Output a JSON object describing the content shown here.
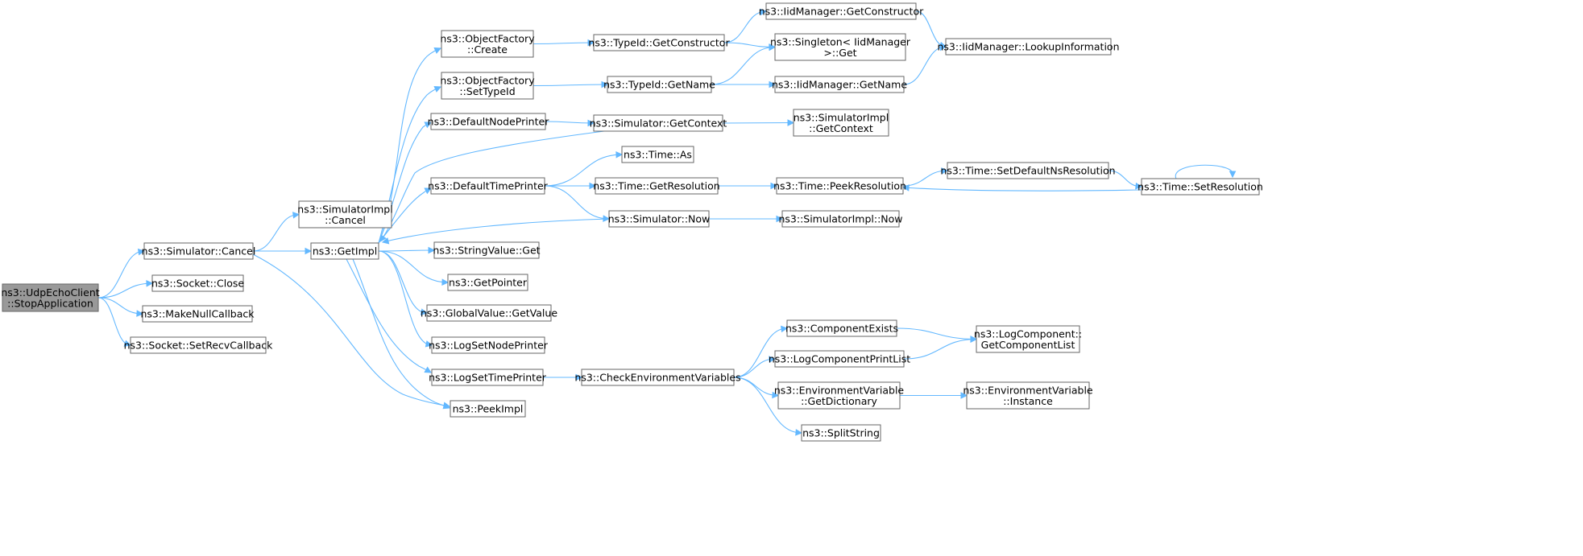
{
  "graph": {
    "colors": {
      "edge": "#63b8ff",
      "node_border": "#666666",
      "root_fill": "#999999",
      "node_fill": "#ffffff"
    },
    "nodes": [
      {
        "id": "n0",
        "lines": [
          "ns3::UdpEchoClient",
          "::StopApplication"
        ],
        "root": true
      },
      {
        "id": "n1",
        "lines": [
          "ns3::Simulator::Cancel"
        ]
      },
      {
        "id": "n2",
        "lines": [
          "ns3::Socket::Close"
        ]
      },
      {
        "id": "n3",
        "lines": [
          "ns3::MakeNullCallback"
        ]
      },
      {
        "id": "n4",
        "lines": [
          "ns3::Socket::SetRecvCallback"
        ]
      },
      {
        "id": "n5",
        "lines": [
          "ns3::SimulatorImpl",
          "::Cancel"
        ]
      },
      {
        "id": "n6",
        "lines": [
          "ns3::GetImpl"
        ]
      },
      {
        "id": "n7",
        "lines": [
          "ns3::PeekImpl"
        ]
      },
      {
        "id": "n8",
        "lines": [
          "ns3::ObjectFactory",
          "::Create"
        ]
      },
      {
        "id": "n9",
        "lines": [
          "ns3::ObjectFactory",
          "::SetTypeId"
        ]
      },
      {
        "id": "n10",
        "lines": [
          "ns3::DefaultNodePrinter"
        ]
      },
      {
        "id": "n11",
        "lines": [
          "ns3::DefaultTimePrinter"
        ]
      },
      {
        "id": "n12",
        "lines": [
          "ns3::StringValue::Get"
        ]
      },
      {
        "id": "n13",
        "lines": [
          "ns3::GetPointer"
        ]
      },
      {
        "id": "n14",
        "lines": [
          "ns3::GlobalValue::GetValue"
        ]
      },
      {
        "id": "n15",
        "lines": [
          "ns3::LogSetNodePrinter"
        ]
      },
      {
        "id": "n16",
        "lines": [
          "ns3::LogSetTimePrinter"
        ]
      },
      {
        "id": "n17",
        "lines": [
          "ns3::TypeId::GetConstructor"
        ]
      },
      {
        "id": "n18",
        "lines": [
          "ns3::TypeId::GetName"
        ]
      },
      {
        "id": "n19",
        "lines": [
          "ns3::Simulator::GetContext"
        ]
      },
      {
        "id": "n20",
        "lines": [
          "ns3::Time::As"
        ]
      },
      {
        "id": "n21",
        "lines": [
          "ns3::Time::GetResolution"
        ]
      },
      {
        "id": "n22",
        "lines": [
          "ns3::Simulator::Now"
        ]
      },
      {
        "id": "n23",
        "lines": [
          "ns3::CheckEnvironmentVariables"
        ]
      },
      {
        "id": "n24",
        "lines": [
          "ns3::IidManager::GetConstructor"
        ]
      },
      {
        "id": "n25",
        "lines": [
          "ns3::Singleton< IidManager",
          " >::Get"
        ]
      },
      {
        "id": "n26",
        "lines": [
          "ns3::IidManager::GetName"
        ]
      },
      {
        "id": "n27",
        "lines": [
          "ns3::SimulatorImpl",
          "::GetContext"
        ]
      },
      {
        "id": "n28",
        "lines": [
          "ns3::Time::PeekResolution"
        ]
      },
      {
        "id": "n29",
        "lines": [
          "ns3::SimulatorImpl::Now"
        ]
      },
      {
        "id": "n30",
        "lines": [
          "ns3::ComponentExists"
        ]
      },
      {
        "id": "n31",
        "lines": [
          "ns3::LogComponentPrintList"
        ]
      },
      {
        "id": "n32",
        "lines": [
          "ns3::EnvironmentVariable",
          "::GetDictionary"
        ]
      },
      {
        "id": "n33",
        "lines": [
          "ns3::SplitString"
        ]
      },
      {
        "id": "n34",
        "lines": [
          "ns3::IidManager::LookupInformation"
        ]
      },
      {
        "id": "n35",
        "lines": [
          "ns3::Time::SetDefaultNsResolution"
        ]
      },
      {
        "id": "n36",
        "lines": [
          "ns3::Time::SetResolution"
        ]
      },
      {
        "id": "n37",
        "lines": [
          "ns3::LogComponent::",
          "GetComponentList"
        ]
      },
      {
        "id": "n38",
        "lines": [
          "ns3::EnvironmentVariable",
          "::Instance"
        ]
      }
    ],
    "edges": [
      [
        "n0",
        "n1"
      ],
      [
        "n0",
        "n2"
      ],
      [
        "n0",
        "n3"
      ],
      [
        "n0",
        "n4"
      ],
      [
        "n1",
        "n5"
      ],
      [
        "n1",
        "n6"
      ],
      [
        "n1",
        "n7"
      ],
      [
        "n6",
        "n7"
      ],
      [
        "n6",
        "n8"
      ],
      [
        "n6",
        "n9"
      ],
      [
        "n6",
        "n10"
      ],
      [
        "n6",
        "n11"
      ],
      [
        "n6",
        "n12"
      ],
      [
        "n6",
        "n13"
      ],
      [
        "n6",
        "n14"
      ],
      [
        "n6",
        "n15"
      ],
      [
        "n6",
        "n16"
      ],
      [
        "n8",
        "n17"
      ],
      [
        "n9",
        "n18"
      ],
      [
        "n10",
        "n19"
      ],
      [
        "n19",
        "n6"
      ],
      [
        "n19",
        "n27"
      ],
      [
        "n11",
        "n20"
      ],
      [
        "n11",
        "n21"
      ],
      [
        "n11",
        "n22"
      ],
      [
        "n22",
        "n6"
      ],
      [
        "n22",
        "n29"
      ],
      [
        "n16",
        "n23"
      ],
      [
        "n17",
        "n24"
      ],
      [
        "n17",
        "n25"
      ],
      [
        "n18",
        "n25"
      ],
      [
        "n18",
        "n26"
      ],
      [
        "n24",
        "n34"
      ],
      [
        "n26",
        "n34"
      ],
      [
        "n21",
        "n28"
      ],
      [
        "n28",
        "n35"
      ],
      [
        "n35",
        "n36"
      ],
      [
        "n36",
        "n28"
      ],
      [
        "n36",
        "n36"
      ],
      [
        "n23",
        "n30"
      ],
      [
        "n23",
        "n31"
      ],
      [
        "n23",
        "n32"
      ],
      [
        "n23",
        "n33"
      ],
      [
        "n30",
        "n37"
      ],
      [
        "n31",
        "n37"
      ],
      [
        "n32",
        "n38"
      ]
    ]
  }
}
